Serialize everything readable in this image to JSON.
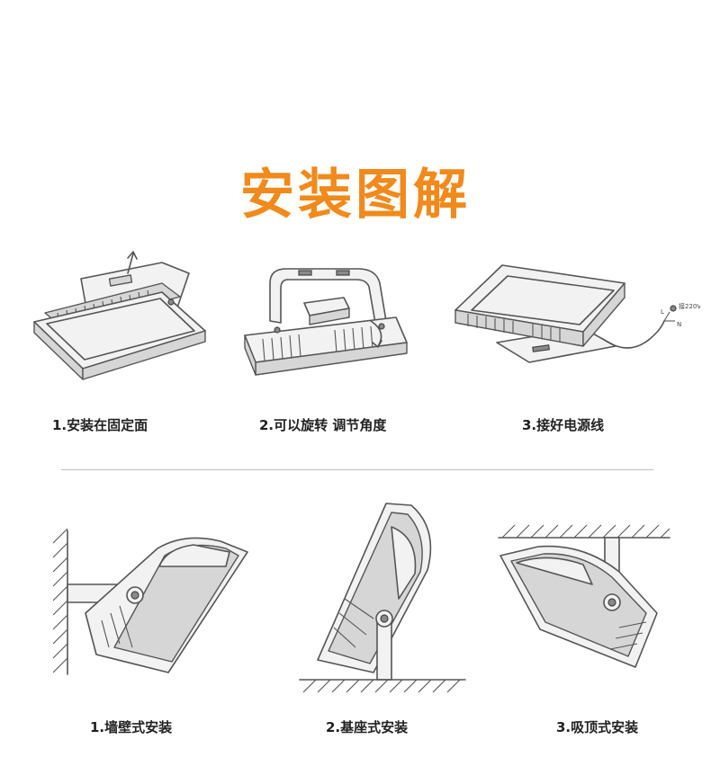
{
  "title": "安装图解",
  "steps": [
    {
      "label": "1.安装在固定面"
    },
    {
      "label": "2.可以旋转 调节角度"
    },
    {
      "label": "3.接好电源线"
    }
  ],
  "wiring": {
    "voltage": "接220V",
    "l": "L",
    "n": "N"
  },
  "methods": [
    {
      "label": "1.墙壁式安装"
    },
    {
      "label": "2.基座式安装"
    },
    {
      "label": "3.吸顶式安装"
    }
  ],
  "colors": {
    "title": "#f08a1c",
    "line": "#555555",
    "divider": "#bfbfbf"
  }
}
